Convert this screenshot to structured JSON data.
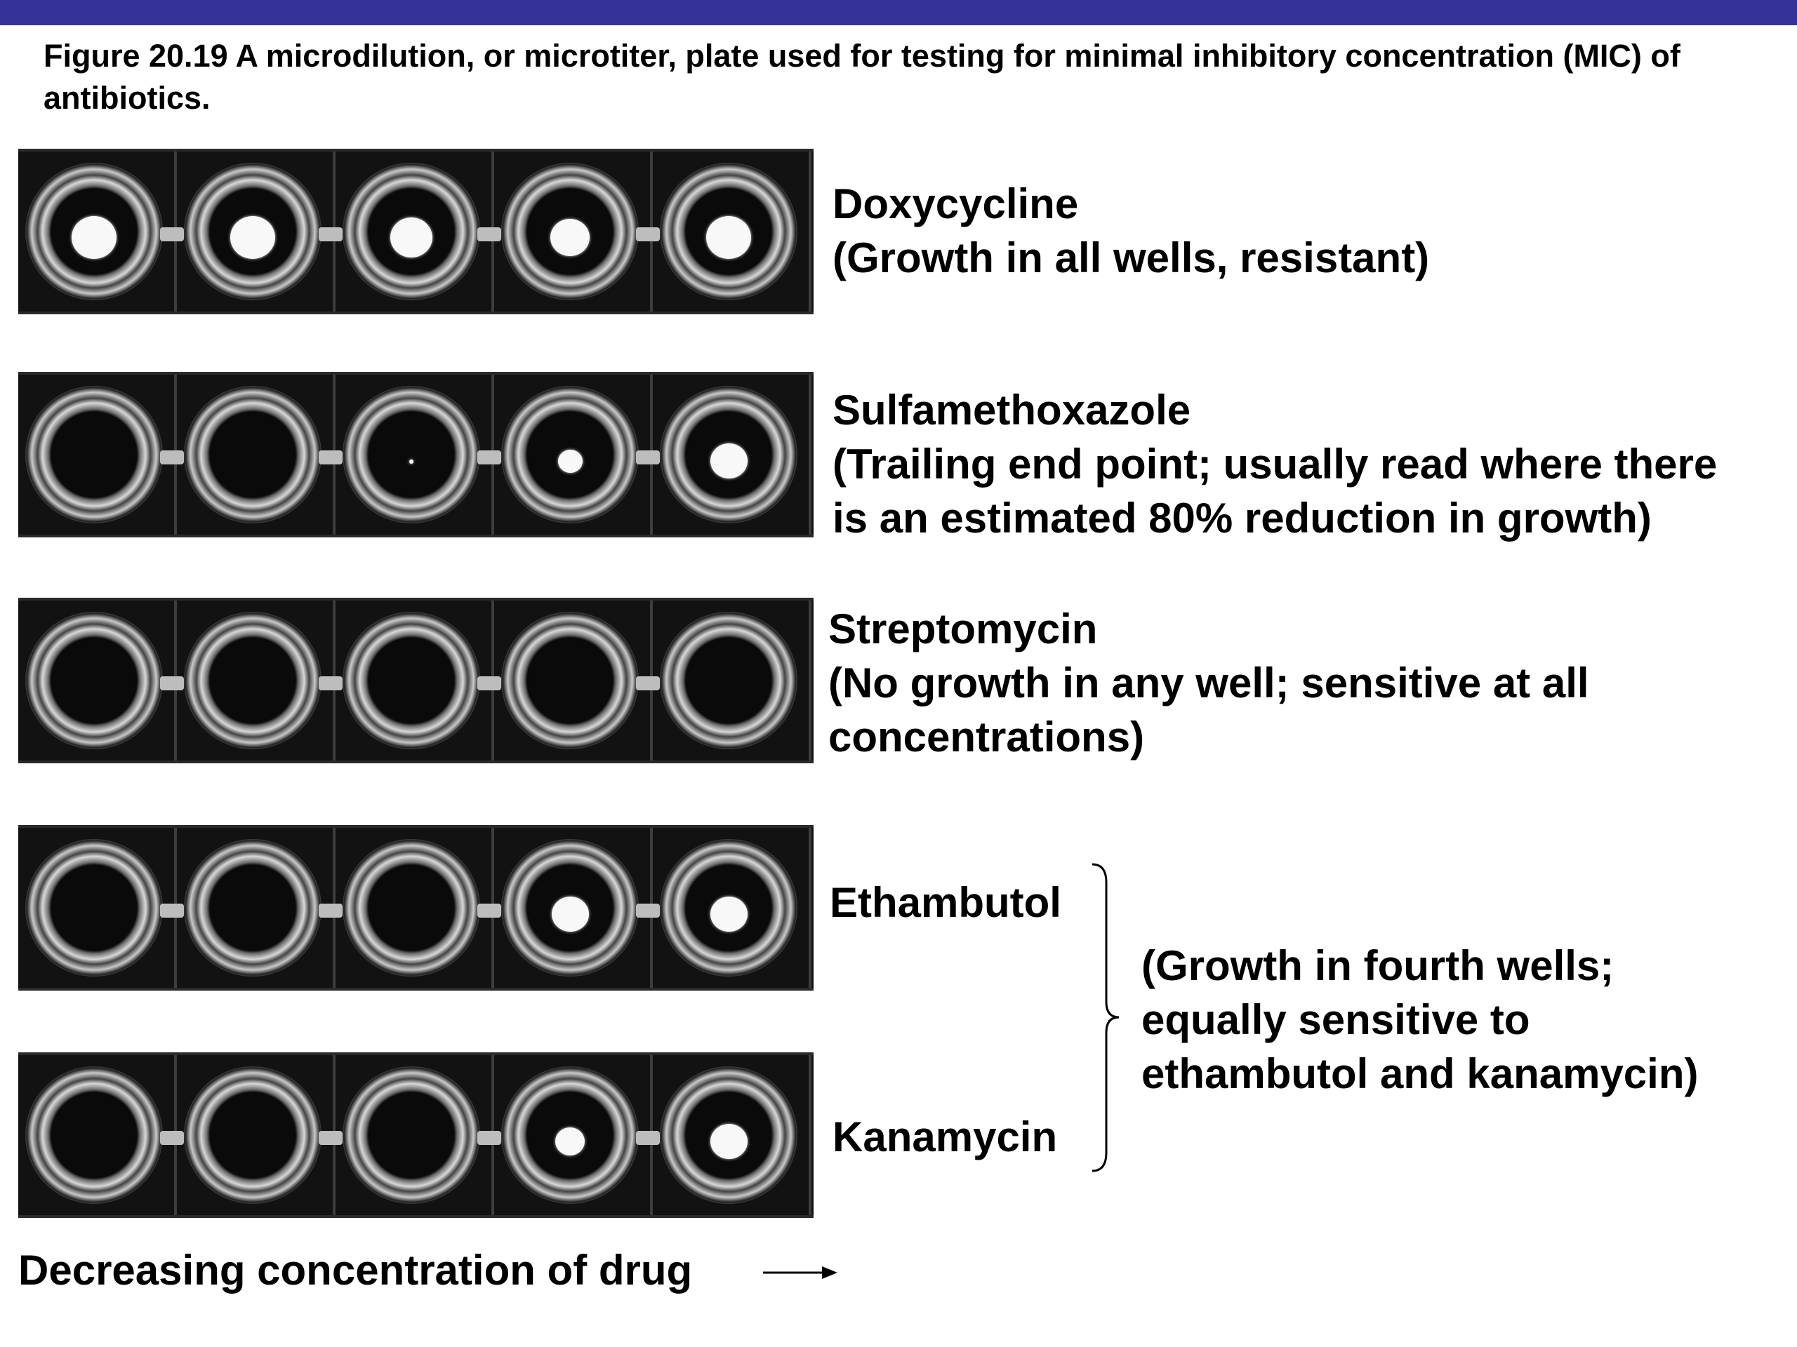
{
  "caption": "Figure 20.19 A microdilution, or microtiter, plate used for testing for minimal inhibitory concentration (MIC) of antibiotics.",
  "strips": [
    {
      "name": "doxycycline",
      "growth": [
        0.9,
        0.9,
        0.85,
        0.8,
        0.9
      ]
    },
    {
      "name": "sulfamethoxazole",
      "growth": [
        0,
        0,
        0.08,
        0.5,
        0.75
      ]
    },
    {
      "name": "streptomycin",
      "growth": [
        0,
        0,
        0,
        0,
        0
      ]
    },
    {
      "name": "ethambutol",
      "growth": [
        0,
        0,
        0,
        0.75,
        0.75
      ]
    },
    {
      "name": "kanamycin",
      "growth": [
        0,
        0,
        0,
        0.6,
        0.75
      ]
    }
  ],
  "labels": {
    "doxycycline": {
      "line1": "Doxycycline",
      "line2": "(Growth in all wells, resistant)"
    },
    "sulfamethoxazole": {
      "line1": "Sulfamethoxazole",
      "line2": "(Trailing end point; usually read where there",
      "line3": "is an estimated 80% reduction in growth)"
    },
    "streptomycin": {
      "line1": "Streptomycin",
      "line2": "(No growth in any well; sensitive at all",
      "line3": "concentrations)"
    },
    "ethambutol": "Ethambutol",
    "kanamycin": "Kanamycin",
    "shared_note": {
      "line1": "(Growth in fourth wells;",
      "line2": "equally sensitive to",
      "line3": "ethambutol and kanamycin)"
    }
  },
  "footer": "Decreasing concentration of drug",
  "colors": {
    "top_bar": "#333399",
    "strip_bg": "#121212",
    "growth": "#f8f8f8"
  }
}
